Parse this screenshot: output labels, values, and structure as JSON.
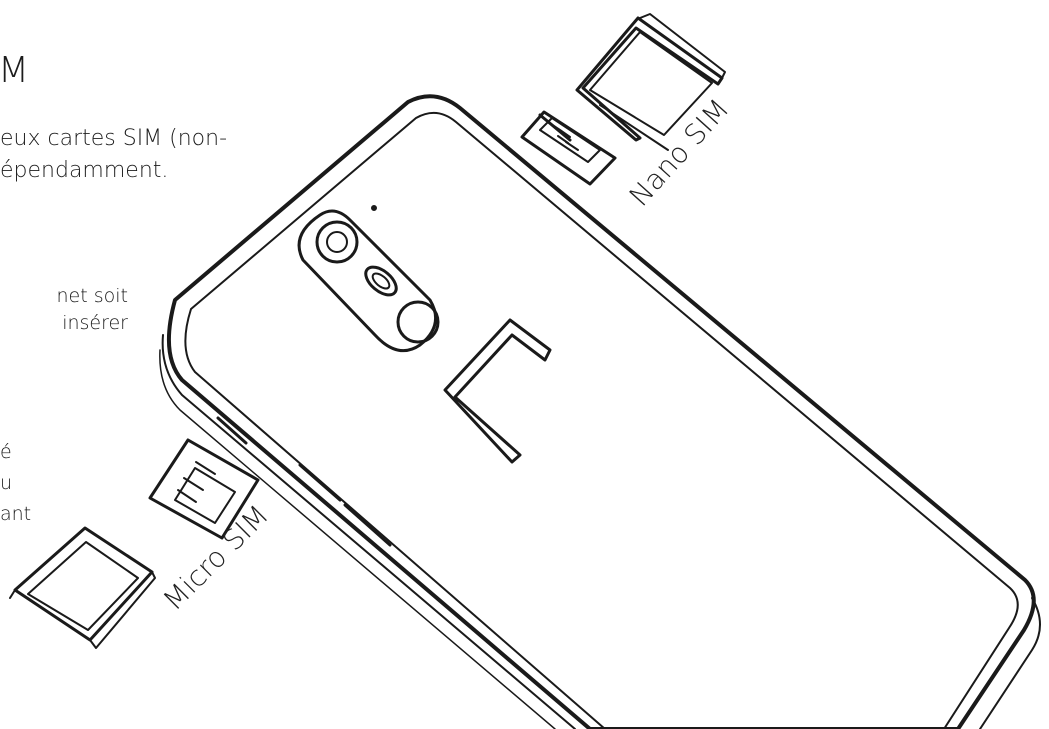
{
  "text": {
    "heading": "M",
    "intro_line1": "eux cartes SIM (non-",
    "intro_line2": "épendamment.",
    "fragment_1": "net  soit",
    "fragment_2": "insérer",
    "fragment_3": "é",
    "fragment_4": "u",
    "fragment_5": "ant"
  },
  "labels": {
    "nano_sim": "Nano SIM",
    "micro_sim": "Micro SIM"
  },
  "colors": {
    "line": "#1a1a1a",
    "background": "#ffffff"
  }
}
